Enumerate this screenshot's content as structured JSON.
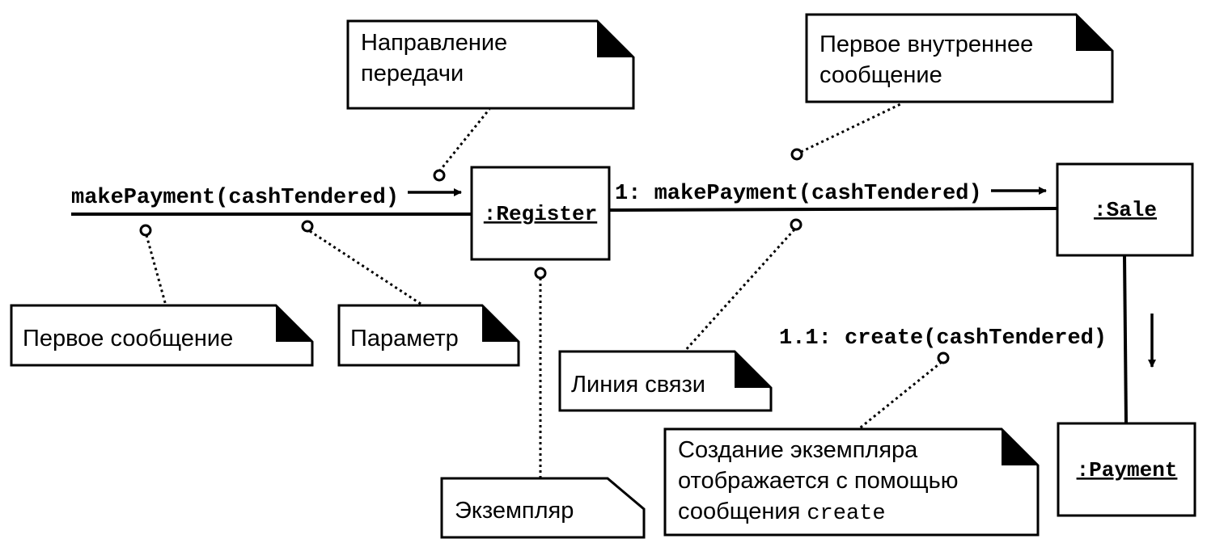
{
  "objects": {
    "register": ":Register",
    "sale": ":Sale",
    "payment": ":Payment"
  },
  "messages": {
    "first": "makePayment(cashTendered)",
    "internal": "1: makePayment(cashTendered)",
    "create": "1.1: create(cashTendered)"
  },
  "notes": {
    "direction": [
      "Направление",
      "передачи"
    ],
    "first_internal": [
      "Первое внутреннее",
      "сообщение"
    ],
    "first_message": "Первое сообщение",
    "parameter": "Параметр",
    "link": "Линия связи",
    "creation": [
      "Создание экземпляра",
      "отображается с помощью",
      "сообщения "
    ],
    "creation_keyword": "create",
    "instance": "Экземпляр"
  }
}
